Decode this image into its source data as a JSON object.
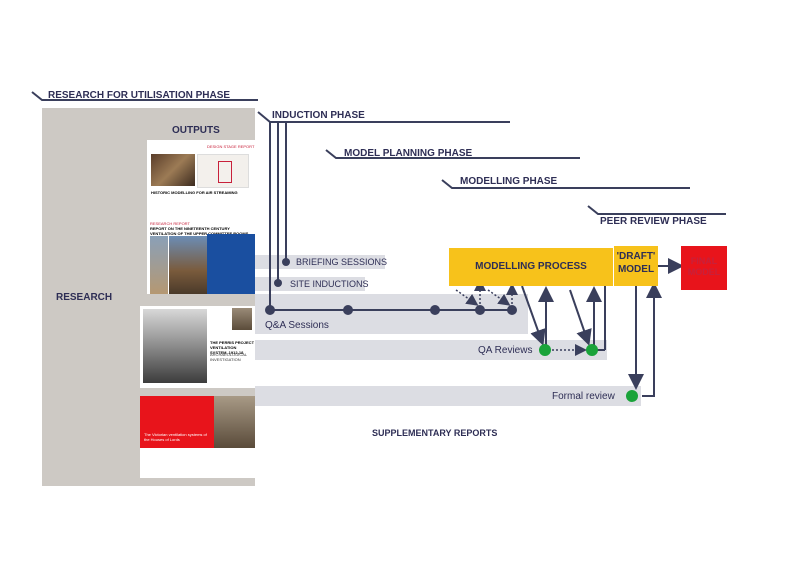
{
  "phases": {
    "research_utilisation": "RESEARCH FOR UTILISATION PHASE",
    "induction": "INDUCTION PHASE",
    "model_planning": "MODEL PLANNING PHASE",
    "modelling": "MODELLING PHASE",
    "peer_review": "PEER REVIEW PHASE"
  },
  "labels": {
    "outputs": "OUTPUTS",
    "research": "RESEARCH",
    "briefing_sessions": "BRIEFING SESSIONS",
    "site_inductions": "SITE INDUCTIONS",
    "qa_sessions": "Q&A Sessions",
    "qa_reviews": "QA Reviews",
    "formal_review": "Formal review",
    "supplementary_reports": "SUPPLEMENTARY REPORTS"
  },
  "boxes": {
    "modelling_process": "MODELLING PROCESS",
    "draft_model_line1": "'DRAFT'",
    "draft_model_line2": "MODEL",
    "final_model_line1": "FINAL",
    "final_model_line2": "MODEL"
  },
  "docs": {
    "doc1_header": "DESIGN STAGE REPORT",
    "doc1_title": "HISTORIC MODELLING FOR AIR STREAMING",
    "doc2_header": "RESEARCH REPORT",
    "doc2_title": "REPORT ON THE NINETEENTH CENTURY VENTILATION OF THE UPPER COMMITTEE ROOMS",
    "doc3_title": "THE PERRIS PROJECT VENTILATION SYSTEM, 1912-18",
    "doc3_sub": "ARCHAEOLOGICAL INVESTIGATION",
    "doc4_title": "The Victorian ventilation systems of the Houses of Lords"
  },
  "colors": {
    "navy": "#3a3f5c",
    "yellow": "#f7c21b",
    "red": "#e8141b",
    "green": "#1aa33a",
    "grey_bar": "#dcdde3",
    "research_bg": "#cdc9c4"
  }
}
